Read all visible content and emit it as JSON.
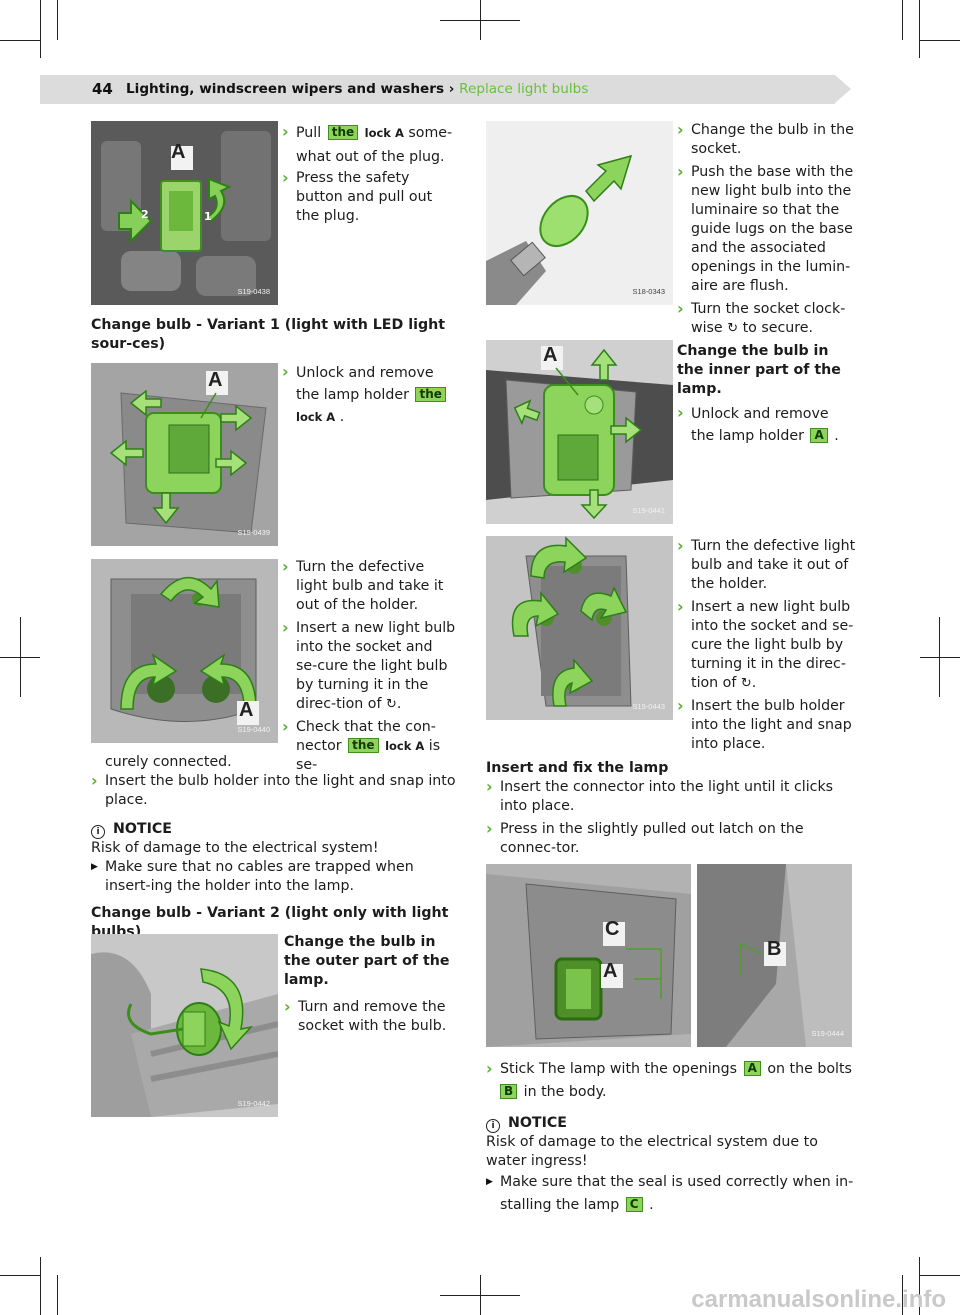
{
  "header": {
    "page_number": "44",
    "section": "Lighting, windscreen wipers and washers",
    "separator": "›",
    "current": "Replace light bulbs"
  },
  "figures": {
    "f1": "S19-0438",
    "f2": "S19-0439",
    "f3": "S19-0440",
    "f4": "S19-0442",
    "f5": "S18-0343",
    "f6": "S19-0441",
    "f7": "S19-0443",
    "f8": "S19-0444"
  },
  "callouts": {
    "a": "A",
    "b": "B",
    "c": "C",
    "one": "1",
    "two": "2"
  },
  "left": {
    "pull_a": "Pull",
    "pull_tag": "the",
    "pull_b": "lock A",
    "pull_c": "some-what out of the plug.",
    "press": "Press the safety button and pull out the plug.",
    "variant1_heading": "Change bulb - Variant 1 (light with LED light sour-ces)",
    "unlock_a": "Unlock and remove the lamp holder",
    "unlock_tag": "the",
    "unlock_b": "lock A",
    "unlock_c": ".",
    "turn_defective": "Turn the defective light bulb and take it out of the holder.",
    "insert_new": "Insert a new light bulb into the socket and se-cure the light bulb by turning it in the direc-tion of",
    "rot_symbol": "↻",
    "period": ".",
    "check_a": "Check that the con-nector",
    "check_tag": "the",
    "check_b": "lock A",
    "check_c": "is se-",
    "check_cont": "curely connected.",
    "insert_holder": "Insert the bulb holder into the light and snap into place.",
    "notice_label": "NOTICE",
    "notice_text": "Risk of damage to the electrical system!",
    "notice_bullet": "Make sure that no cables are trapped when insert-ing the holder into the lamp.",
    "variant2_heading": "Change bulb - Variant 2 (light only with light bulbs)",
    "outer_heading": "Change the bulb in the outer part of the lamp.",
    "turn_remove": "Turn and remove the socket with the bulb."
  },
  "right": {
    "change_bulb": "Change the bulb in the socket.",
    "push_base": "Push the base with the new light bulb into the luminaire so that the guide lugs on the base and the associated openings in the lumin-aire are flush.",
    "turn_socket_a": "Turn the socket clock-wise",
    "turn_socket_b": "to secure.",
    "inner_heading": "Change the bulb in the inner part of the lamp.",
    "unlock_inner": "Unlock and remove the lamp holder",
    "unlock_inner_end": ".",
    "turn_defective": "Turn the defective light bulb and take it out of the holder.",
    "insert_new": "Insert a new light bulb into the socket and se-cure the light bulb by turning it in the direc-tion of",
    "insert_holder": "Insert the bulb holder into the light and snap into place.",
    "fix_heading": "Insert and fix the lamp",
    "insert_connector": "Insert the connector into the light until it clicks into place.",
    "press_latch": "Press in the slightly pulled out latch on the connec-tor.",
    "stick_a": "Stick The lamp with the openings",
    "stick_b": "on the bolts",
    "stick_c": "in the body.",
    "notice_label": "NOTICE",
    "notice_text": "Risk of damage to the electrical system due to water ingress!",
    "notice_bullet": "Make sure that the seal is used correctly when in-stalling the lamp",
    "notice_end": "."
  },
  "watermark": "carmanualsonline.info",
  "colors": {
    "accent": "#58b031",
    "header_bg": "#dcdcdc",
    "link": "#66c23a",
    "tag_bg": "#8fd45a"
  }
}
